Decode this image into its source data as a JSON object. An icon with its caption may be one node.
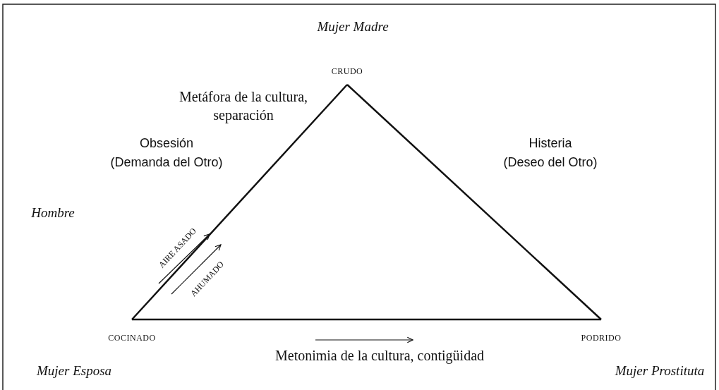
{
  "diagram": {
    "nodes": [
      {
        "text": [
          "CRUDO"
        ]
      },
      {
        "text": [
          "COCINADO"
        ]
      },
      {
        "text": [
          "PODRIDO"
        ]
      }
    ],
    "edges": [
      {
        "from": 0,
        "to": 1,
        "arrow": "none"
      },
      {
        "from": 1,
        "to": 2,
        "arrow": "none"
      },
      {
        "from": 2,
        "to": 0,
        "arrow": "none"
      }
    ],
    "labels": [
      "Mujer Madre",
      "Metáfora de la cultura, separación",
      "Obsesión",
      "(Demanda del Otro)",
      "Histeria",
      "(Deseo del Otro)",
      "Hombre",
      "AIRE ASADO",
      "AHUMADO",
      "Metonimia de la cultura, contigüidad",
      "Mujer Esposa",
      "Mujer Prostituta"
    ]
  }
}
